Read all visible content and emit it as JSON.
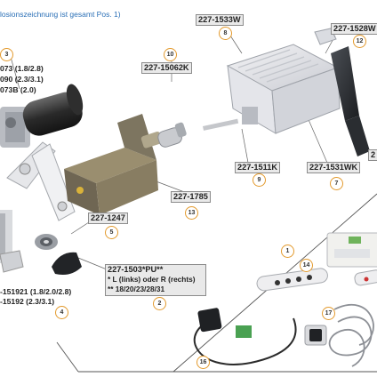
{
  "caption": "losionszeichnung ist gesamt Pos. 1)",
  "colors": {
    "caption": "#2a6fb6",
    "marker_ring": "#e39a2d",
    "label_fill": "#e9e9e9",
    "label_border": "#8c8c8c"
  },
  "left_codes": [
    "073 (1.8/2.8)",
    "090 (2.3/3.1)",
    "073B (2.0)"
  ],
  "bottom_left_codes": [
    "-151921 (1.8/2.0/2.8)",
    "-15192 (2.3/3.1)"
  ],
  "labels": {
    "part_8": "227-1533W",
    "part_12": "227-1528W",
    "part_10": "227-15062K",
    "part_9": "227-1511K",
    "part_7": "227-1531WK",
    "part_13": "227-1785",
    "part_5": "227-1247",
    "part_2_code": "227-1503*PU**",
    "part_2_note1": "* L (links) oder R (rechts)",
    "part_2_note2": "** 18/20/23/28/31",
    "edge_fragment": "2"
  },
  "markers": {
    "m3": "3",
    "m8": "8",
    "m12": "12",
    "m10": "10",
    "m9": "9",
    "m7": "7",
    "m13": "13",
    "m5": "5",
    "m4": "4",
    "m2": "2",
    "m1": "1",
    "m14": "14",
    "m16": "16",
    "m17": "17"
  },
  "icons": [
    "motor",
    "control-box",
    "lift-module",
    "bracket",
    "remote-control",
    "sensor-pad",
    "button-switch",
    "cable"
  ]
}
